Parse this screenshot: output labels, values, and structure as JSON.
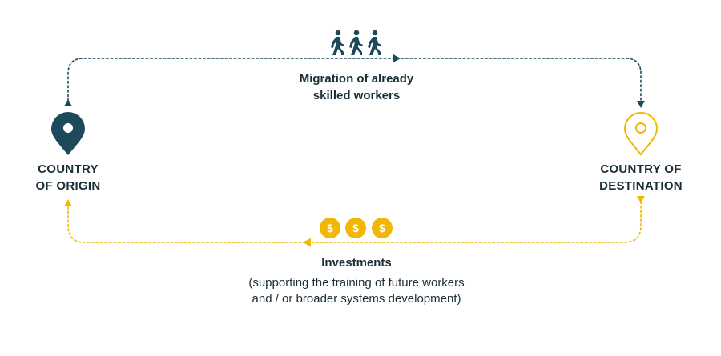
{
  "colors": {
    "origin": "#1c4a5a",
    "destination": "#f2b705",
    "migration_line": "#1c4a5a",
    "investment_line": "#f2b705",
    "text": "#1a2e38"
  },
  "origin": {
    "icon": "location-pin-filled-icon",
    "label_line1": "COUNTRY",
    "label_line2": "OF ORIGIN"
  },
  "destination": {
    "icon": "location-pin-outline-icon",
    "label_line1": "COUNTRY OF",
    "label_line2": "DESTINATION"
  },
  "migration": {
    "icon": "walking-people-icon",
    "label_line1": "Migration of already",
    "label_line2": "skilled workers"
  },
  "investments": {
    "icon": "dollar-coin-icon",
    "coin_symbol": "$",
    "title": "Investments",
    "sub_line1": "(supporting the training of future workers",
    "sub_line2": "and / or broader systems development)"
  }
}
